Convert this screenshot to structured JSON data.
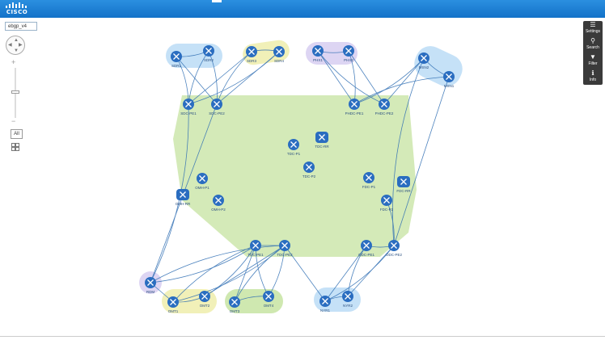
{
  "header": {
    "logo_text": "CISCO"
  },
  "topology_selector": {
    "value": "ebgp_v4"
  },
  "view_controls": {
    "all_label": "All"
  },
  "right_panel": [
    {
      "id": "settings",
      "label": "Settings",
      "icon": "settings-icon"
    },
    {
      "id": "search",
      "label": "Search",
      "icon": "search-icon"
    },
    {
      "id": "filter",
      "label": "Filter",
      "icon": "filter-icon"
    },
    {
      "id": "info",
      "label": "Info",
      "icon": "info-icon"
    }
  ],
  "colors": {
    "header_blue": "#1b7fd6",
    "node_blue": "#2a6dc0",
    "link_blue": "#2f6eb3",
    "region_green": "#cfe8b0",
    "cluster_blue": "#c5e1f7",
    "cluster_yellow": "#f1f0b8",
    "cluster_purple": "#ddd5f3",
    "panel_dark": "#3a3a3a"
  },
  "nodes": [
    {
      "id": "SDR1",
      "label": "SDR1",
      "type": "router"
    },
    {
      "id": "SDR2",
      "label": "SDR2",
      "type": "router"
    },
    {
      "id": "SDR3",
      "label": "SDR3",
      "type": "router"
    },
    {
      "id": "SDR4",
      "label": "SDR4",
      "type": "router"
    },
    {
      "id": "SDC-PE1",
      "label": "SDC-PE1",
      "type": "router"
    },
    {
      "id": "SDC-PE2",
      "label": "SDC-PE2",
      "type": "router"
    },
    {
      "id": "PHX1",
      "label": "PHX1",
      "type": "router"
    },
    {
      "id": "PHX2",
      "label": "PHX2",
      "type": "router"
    },
    {
      "id": "PHDC-PE1",
      "label": "PHDC-PE1",
      "type": "router"
    },
    {
      "id": "PHDC-PE2",
      "label": "PHDC-PE2",
      "type": "router"
    },
    {
      "id": "MSN1",
      "label": "MSN1",
      "type": "router"
    },
    {
      "id": "MSN2",
      "label": "MSN2",
      "type": "router"
    },
    {
      "id": "TDC-P1",
      "label": "TDC-P1",
      "type": "router"
    },
    {
      "id": "TDC-RR",
      "label": "TDC-RR",
      "type": "switch"
    },
    {
      "id": "TDC-P2",
      "label": "TDC-P2",
      "type": "router"
    },
    {
      "id": "OMH-P1",
      "label": "OMH-P1",
      "type": "router"
    },
    {
      "id": "OMH-RR",
      "label": "OMH-RR",
      "type": "switch"
    },
    {
      "id": "OMH-P2",
      "label": "OMH-P2",
      "type": "router"
    },
    {
      "id": "FDC-P1",
      "label": "FDC-P1",
      "type": "router"
    },
    {
      "id": "FDC-RR",
      "label": "FDC-RR",
      "type": "switch"
    },
    {
      "id": "FDC-P2",
      "label": "FDC-P2",
      "type": "router"
    },
    {
      "id": "TDC-PE1",
      "label": "TDC-PE1",
      "type": "router"
    },
    {
      "id": "TDC-PE2",
      "label": "TDC-PE2",
      "type": "router"
    },
    {
      "id": "ODC-PE1",
      "label": "ODC-PE1",
      "type": "router"
    },
    {
      "id": "ODC-PE2",
      "label": "ODC-PE2",
      "type": "router"
    },
    {
      "id": "RDM",
      "label": "RDM",
      "type": "router"
    },
    {
      "id": "OMT1",
      "label": "OMT1",
      "type": "router"
    },
    {
      "id": "OMT2",
      "label": "OMT2",
      "type": "router"
    },
    {
      "id": "OMT3",
      "label": "OMT3",
      "type": "router"
    },
    {
      "id": "OMT4",
      "label": "OMT4",
      "type": "router"
    },
    {
      "id": "NYR1",
      "label": "NYR1",
      "type": "router"
    },
    {
      "id": "NYR2",
      "label": "NYR2",
      "type": "router"
    }
  ],
  "links": [
    [
      "SDR1",
      "SDC-PE1"
    ],
    [
      "SDR1",
      "SDC-PE2"
    ],
    [
      "SDR2",
      "SDC-PE1"
    ],
    [
      "SDR2",
      "SDC-PE2"
    ],
    [
      "SDR3",
      "SDC-PE1"
    ],
    [
      "SDR3",
      "SDC-PE2"
    ],
    [
      "SDR4",
      "SDC-PE1"
    ],
    [
      "SDR4",
      "SDC-PE2"
    ],
    [
      "SDR1",
      "SDR2"
    ],
    [
      "SDR3",
      "SDR4"
    ],
    [
      "PHX1",
      "PHDC-PE1"
    ],
    [
      "PHX1",
      "PHDC-PE2"
    ],
    [
      "PHX2",
      "PHDC-PE1"
    ],
    [
      "PHX2",
      "PHDC-PE2"
    ],
    [
      "PHX1",
      "PHX2"
    ],
    [
      "MSN2",
      "PHDC-PE1"
    ],
    [
      "MSN2",
      "PHDC-PE2"
    ],
    [
      "MSN1",
      "PHDC-PE1"
    ],
    [
      "MSN1",
      "MSN2"
    ],
    [
      "MSN1",
      "ODC-PE2"
    ],
    [
      "MSN2",
      "ODC-PE2"
    ],
    [
      "SDC-PE1",
      "RDM"
    ],
    [
      "SDC-PE2",
      "RDM"
    ],
    [
      "RDM",
      "TDC-PE1"
    ],
    [
      "RDM",
      "TDC-PE2"
    ],
    [
      "RDM",
      "OMT1"
    ],
    [
      "TDC-PE1",
      "OMT1"
    ],
    [
      "TDC-PE1",
      "OMT2"
    ],
    [
      "TDC-PE1",
      "OMT3"
    ],
    [
      "TDC-PE1",
      "OMT4"
    ],
    [
      "TDC-PE2",
      "OMT1"
    ],
    [
      "TDC-PE2",
      "OMT2"
    ],
    [
      "TDC-PE2",
      "OMT3"
    ],
    [
      "TDC-PE2",
      "OMT4"
    ],
    [
      "TDC-PE2",
      "NYR1"
    ],
    [
      "OMT1",
      "OMT2"
    ],
    [
      "OMT3",
      "OMT4"
    ],
    [
      "ODC-PE1",
      "NYR1"
    ],
    [
      "ODC-PE1",
      "NYR2"
    ],
    [
      "ODC-PE2",
      "NYR1"
    ],
    [
      "ODC-PE2",
      "NYR2"
    ],
    [
      "ODC-PE2",
      "FDC-P2"
    ],
    [
      "NYR1",
      "NYR2"
    ],
    [
      "TDC-PE1",
      "TDC-PE2"
    ],
    [
      "ODC-PE1",
      "ODC-PE2"
    ]
  ]
}
